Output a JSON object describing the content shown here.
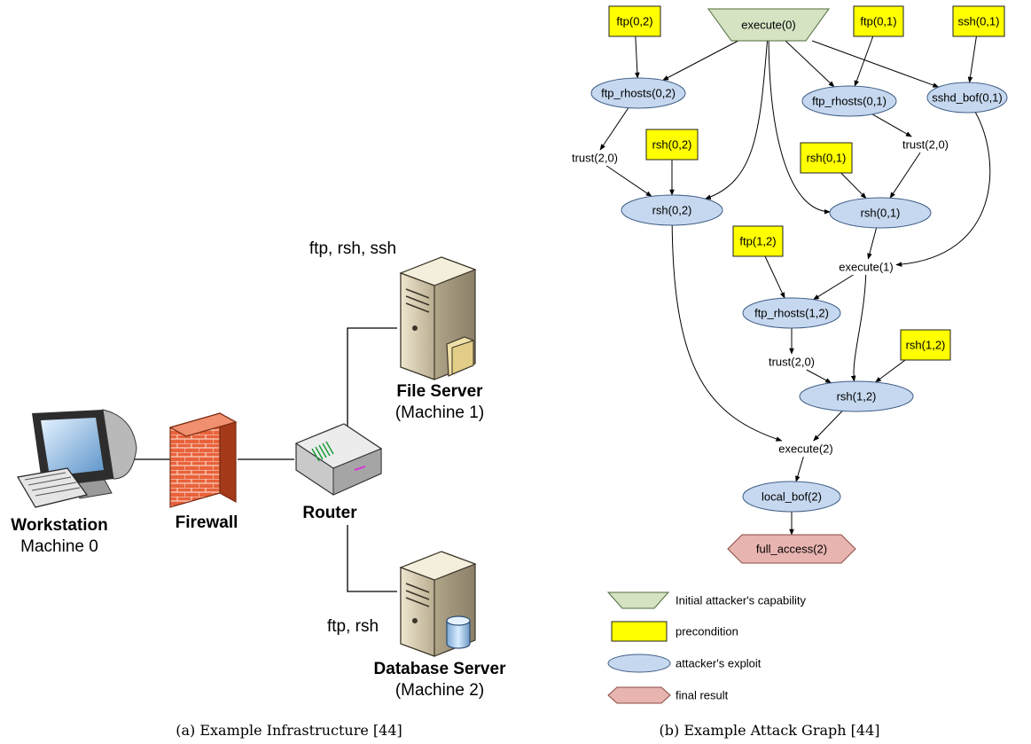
{
  "infrastructure": {
    "caption": "(a) Example Infrastructure [44]",
    "workstation": {
      "name": "Workstation",
      "machine": "Machine 0"
    },
    "firewall": {
      "name": "Firewall"
    },
    "router": {
      "name": "Router"
    },
    "file_server": {
      "name": "File Server",
      "machine": "(Machine 1)",
      "services": "ftp, rsh, ssh"
    },
    "database_server": {
      "name": "Database Server",
      "machine": "(Machine 2)",
      "services": "ftp, rsh"
    }
  },
  "attack_graph": {
    "caption": "(b) Example Attack Graph [44]",
    "colors": {
      "initial": "#d5e3c3",
      "precondition": "#ffff00",
      "exploit": "#c6d8ef",
      "final": "#e8b4b0"
    },
    "nodes": {
      "execute0": {
        "label": "execute(0)",
        "kind": "initial"
      },
      "ftp02": {
        "label": "ftp(0,2)",
        "kind": "precondition"
      },
      "ftp01": {
        "label": "ftp(0,1)",
        "kind": "precondition"
      },
      "ssh01": {
        "label": "ssh(0,1)",
        "kind": "precondition"
      },
      "ftp_rhosts02": {
        "label": "ftp_rhosts(0,2)",
        "kind": "exploit"
      },
      "ftp_rhosts01": {
        "label": "ftp_rhosts(0,1)",
        "kind": "exploit"
      },
      "sshd_bof01": {
        "label": "sshd_bof(0,1)",
        "kind": "exploit"
      },
      "trust20_a": {
        "label": "trust(2,0)",
        "kind": "fact"
      },
      "rsh02_pre": {
        "label": "rsh(0,2)",
        "kind": "precondition"
      },
      "trust20_b": {
        "label": "trust(2,0)",
        "kind": "fact"
      },
      "rsh01_pre": {
        "label": "rsh(0,1)",
        "kind": "precondition"
      },
      "rsh02": {
        "label": "rsh(0,2)",
        "kind": "exploit"
      },
      "rsh01": {
        "label": "rsh(0,1)",
        "kind": "exploit"
      },
      "ftp12": {
        "label": "ftp(1,2)",
        "kind": "precondition"
      },
      "execute1": {
        "label": "execute(1)",
        "kind": "fact"
      },
      "ftp_rhosts12": {
        "label": "ftp_rhosts(1,2)",
        "kind": "exploit"
      },
      "trust20_c": {
        "label": "trust(2,0)",
        "kind": "fact"
      },
      "rsh12_pre": {
        "label": "rsh(1,2)",
        "kind": "precondition"
      },
      "rsh12": {
        "label": "rsh(1,2)",
        "kind": "exploit"
      },
      "execute2": {
        "label": "execute(2)",
        "kind": "fact"
      },
      "local_bof2": {
        "label": "local_bof(2)",
        "kind": "exploit"
      },
      "full_access2": {
        "label": "full_access(2)",
        "kind": "final"
      }
    },
    "edges": [
      [
        "execute0",
        "ftp_rhosts02"
      ],
      [
        "execute0",
        "ftp_rhosts01"
      ],
      [
        "execute0",
        "sshd_bof01"
      ],
      [
        "execute0",
        "rsh02"
      ],
      [
        "execute0",
        "rsh01"
      ],
      [
        "ftp02",
        "ftp_rhosts02"
      ],
      [
        "ftp01",
        "ftp_rhosts01"
      ],
      [
        "ssh01",
        "sshd_bof01"
      ],
      [
        "ftp_rhosts02",
        "trust20_a"
      ],
      [
        "trust20_a",
        "rsh02"
      ],
      [
        "rsh02_pre",
        "rsh02"
      ],
      [
        "ftp_rhosts01",
        "trust20_b"
      ],
      [
        "trust20_b",
        "rsh01"
      ],
      [
        "rsh01_pre",
        "rsh01"
      ],
      [
        "rsh01",
        "execute1"
      ],
      [
        "sshd_bof01",
        "execute1"
      ],
      [
        "execute1",
        "ftp_rhosts12"
      ],
      [
        "ftp12",
        "ftp_rhosts12"
      ],
      [
        "execute1",
        "rsh12"
      ],
      [
        "ftp_rhosts12",
        "trust20_c"
      ],
      [
        "trust20_c",
        "rsh12"
      ],
      [
        "rsh12_pre",
        "rsh12"
      ],
      [
        "rsh02",
        "execute2"
      ],
      [
        "rsh12",
        "execute2"
      ],
      [
        "execute2",
        "local_bof2"
      ],
      [
        "local_bof2",
        "full_access2"
      ]
    ],
    "legend": [
      {
        "kind": "initial",
        "label": "Initial attacker's capability"
      },
      {
        "kind": "precondition",
        "label": "precondition"
      },
      {
        "kind": "exploit",
        "label": "attacker's exploit"
      },
      {
        "kind": "final",
        "label": "final result"
      }
    ]
  }
}
